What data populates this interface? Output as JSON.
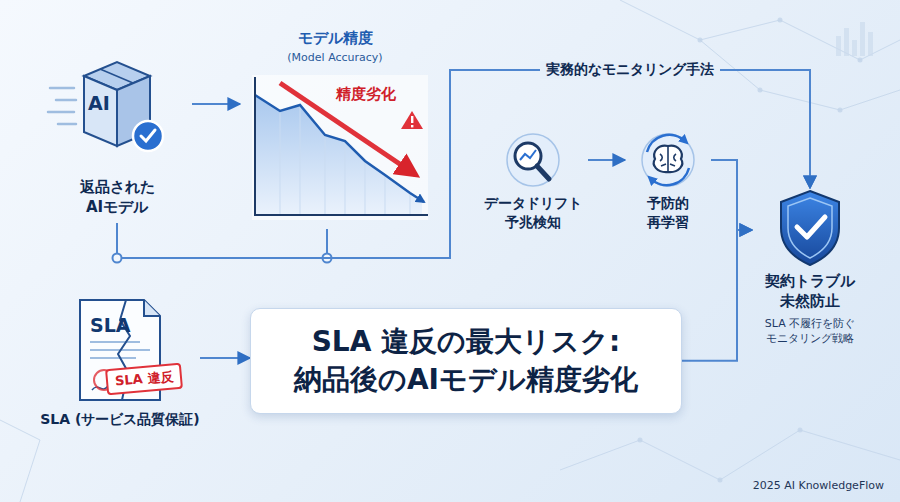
{
  "diagram": {
    "nodes": [
      {
        "text": [
          "AI",
          "返品された AIモデル"
        ]
      },
      {
        "text": [
          "モデル精度",
          "(Model Accuracy)",
          "精度劣化"
        ]
      },
      {
        "text": [
          "データドリフト 予兆検知"
        ]
      },
      {
        "text": [
          "予防的 再学習"
        ]
      },
      {
        "text": [
          "契約トラブル 未然防止",
          "SLA 不履行を防ぐ モニタリング戦略"
        ]
      },
      {
        "text": [
          "SLA",
          "SLA 違反",
          "SLA (サービス品質保証)"
        ]
      },
      {
        "text": [
          "SLA 違反の最大リスク: 納品後のAIモデル精度劣化"
        ]
      }
    ],
    "edges": [
      {
        "from": 0,
        "to": 1,
        "arrow": "to"
      },
      {
        "from": 1,
        "to": 4,
        "label": "実務的なモニタリング手法",
        "arrow": "to"
      },
      {
        "from": 0,
        "to": 4,
        "arrow": "to"
      },
      {
        "from": 2,
        "to": 3,
        "arrow": "to"
      },
      {
        "from": 3,
        "to": 4,
        "arrow": "to"
      },
      {
        "from": 5,
        "to": 6,
        "arrow": "to"
      },
      {
        "from": 6,
        "to": 4,
        "arrow": "to"
      }
    ],
    "labels": [
      "2025 AI KnowledgeFlow"
    ]
  }
}
